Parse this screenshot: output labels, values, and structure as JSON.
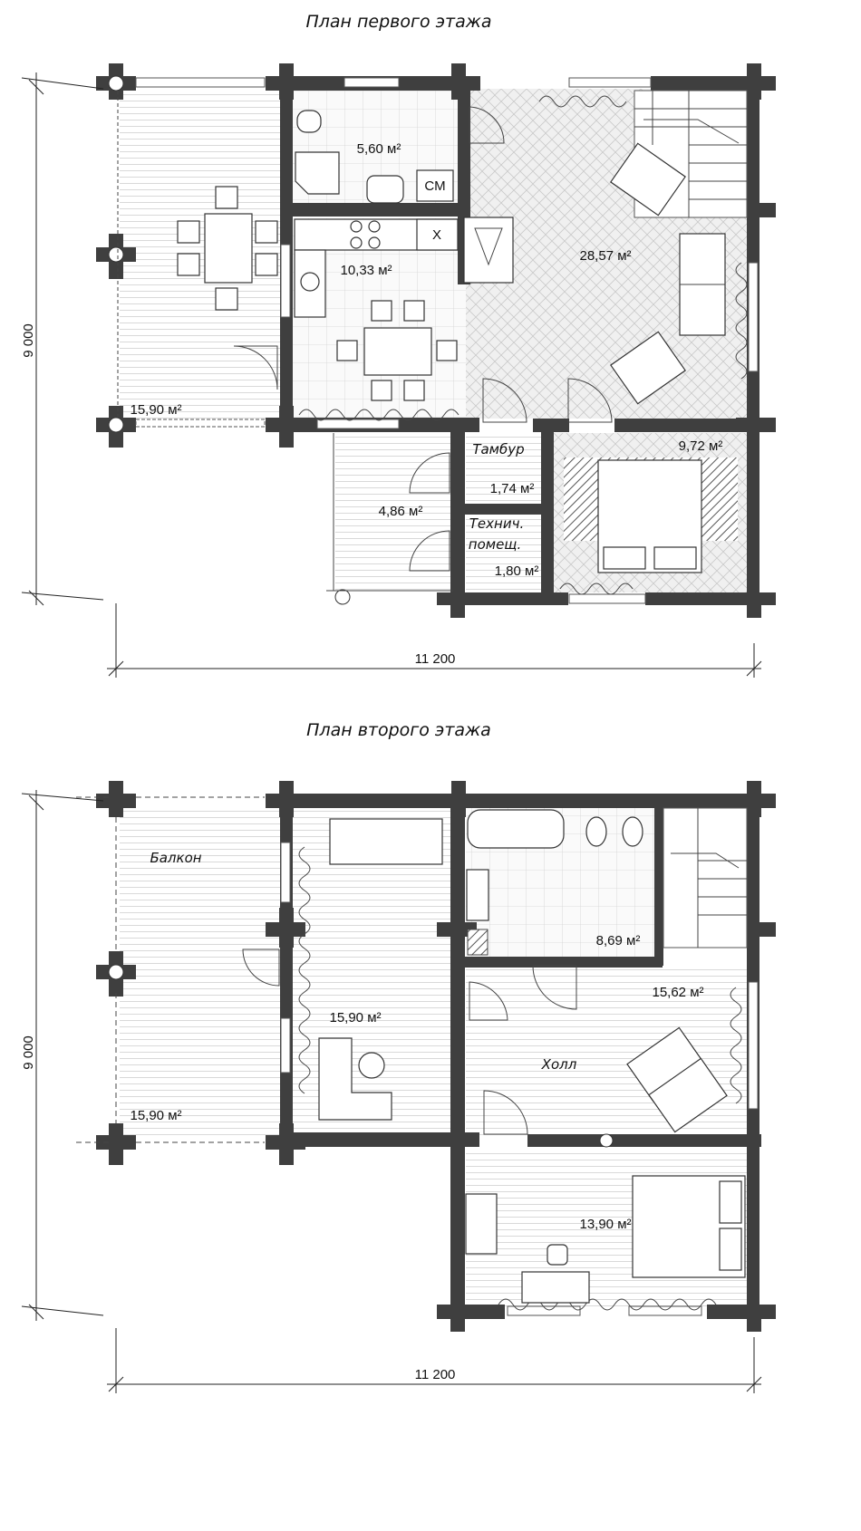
{
  "floor1": {
    "title": "План первого этажа",
    "areas": {
      "terrace": "15,90 м²",
      "bathroom": "5,60 м²",
      "kitchen": "10,33 м²",
      "living": "28,57 м²",
      "porch": "4,86 м²",
      "vestibule": "1,74 м²",
      "tech": "1,80 м²",
      "bedroom": "9,72 м²"
    },
    "labels": {
      "vestibule": "Тамбур",
      "tech_line1": "Технич.",
      "tech_line2": "помещ.",
      "washer": "СМ",
      "fridge": "Х"
    },
    "dims": {
      "width": "11 200",
      "height": "9 000"
    }
  },
  "floor2": {
    "title": "План второго этажа",
    "areas": {
      "balcony": "15,90 м²",
      "study": "15,90 м²",
      "bathroom": "8,69 м²",
      "hall": "15,62 м²",
      "bedroom": "13,90 м²"
    },
    "labels": {
      "balcony": "Балкон",
      "hall": "Холл"
    },
    "dims": {
      "width": "11 200",
      "height": "9 000"
    }
  }
}
